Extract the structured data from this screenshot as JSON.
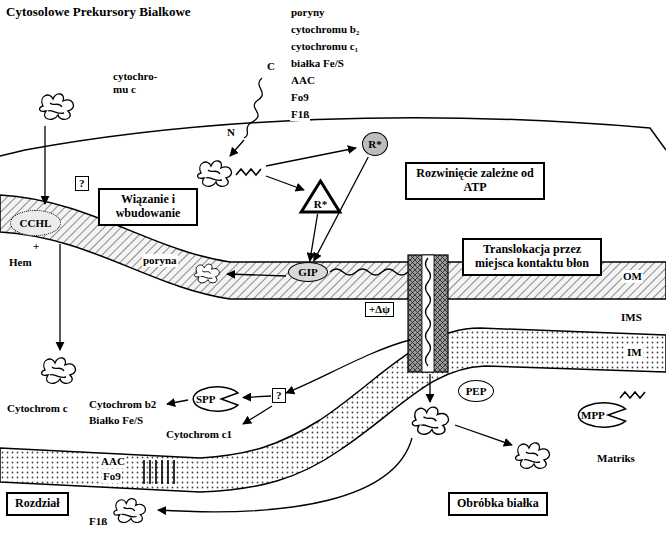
{
  "diagram": {
    "title": "Cytosolowe Prekursory Bialkowe",
    "nodes": [
      {
        "text": [
          "R*"
        ]
      },
      {
        "text": [
          "Rozwinięcie zależne od ATP"
        ]
      },
      {
        "text": [
          "R*"
        ]
      },
      {
        "text": [
          "?"
        ]
      },
      {
        "text": [
          "Wiązanie i wbudowanie"
        ]
      },
      {
        "text": [
          "CCHL"
        ]
      },
      {
        "text": [
          "GIP"
        ]
      },
      {
        "text": [
          "Translokacja przez miejsca kontaktu błon"
        ]
      },
      {
        "text": [
          "+Δψ"
        ]
      },
      {
        "text": [
          "PEP"
        ]
      },
      {
        "text": [
          "?"
        ]
      },
      {
        "text": [
          "SPP"
        ]
      },
      {
        "text": [
          "MPP"
        ]
      },
      {
        "text": [
          "Rozdział"
        ]
      },
      {
        "text": [
          "Obróbka białka"
        ]
      }
    ],
    "edges": [
      {
        "from": 0,
        "to": 6,
        "arrow": "to"
      },
      {
        "from": 2,
        "to": 6,
        "arrow": "to"
      },
      {
        "from": 10,
        "to": 11,
        "arrow": "to"
      }
    ],
    "labels": [
      "poryny",
      "cytochromu b₂",
      "cytochromu c₁",
      "białka Fe/S",
      "AAC",
      "Fo9",
      "F1ß",
      "cytochro- mu c",
      "C",
      "N",
      "poryna",
      "+",
      "Hem",
      "OM",
      "IMS",
      "IM",
      "Matriks",
      "Cytochrom c",
      "Cytochrom b2",
      "Białko Fe/S",
      "Cytochrom c1",
      "AAC",
      "Fo9",
      "F1ß"
    ]
  }
}
